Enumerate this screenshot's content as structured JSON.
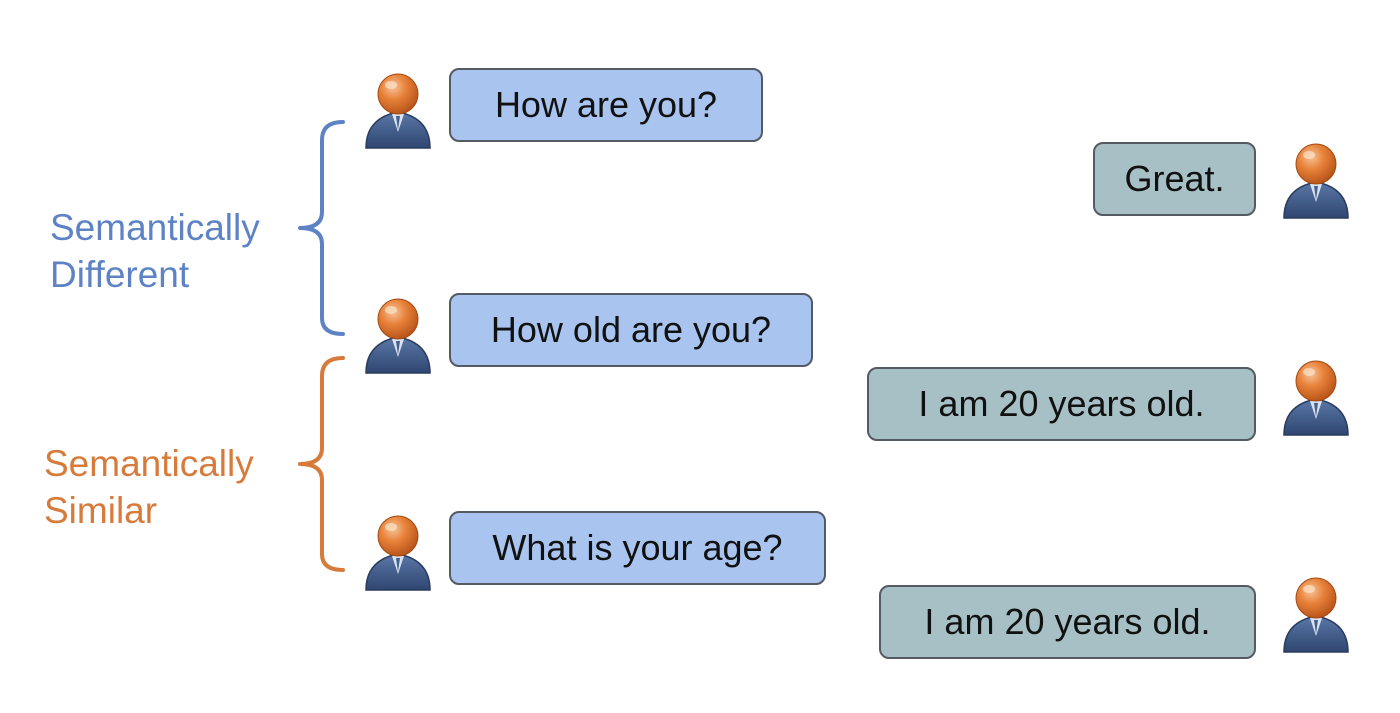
{
  "groups": [
    {
      "line1": "Semantically",
      "line2": "Different",
      "color": "#5e83c5"
    },
    {
      "line1": "Semantically",
      "line2": "Similar",
      "color": "#d77b3c"
    }
  ],
  "messages": [
    {
      "speaker": "left",
      "text": "How are you?"
    },
    {
      "speaker": "right",
      "text": "Great."
    },
    {
      "speaker": "left",
      "text": "How old are you?"
    },
    {
      "speaker": "right",
      "text": "I am 20 years old."
    },
    {
      "speaker": "left",
      "text": "What is your age?"
    },
    {
      "speaker": "right",
      "text": "I am 20 years old."
    }
  ],
  "colors": {
    "left_bubble": "#a8c4ef",
    "right_bubble": "#a7c0c5",
    "bubble_border": "#555a63",
    "avatar_head": "#e8823a",
    "avatar_body": "#44608f"
  },
  "icons": {
    "speaker": "person-icon"
  }
}
